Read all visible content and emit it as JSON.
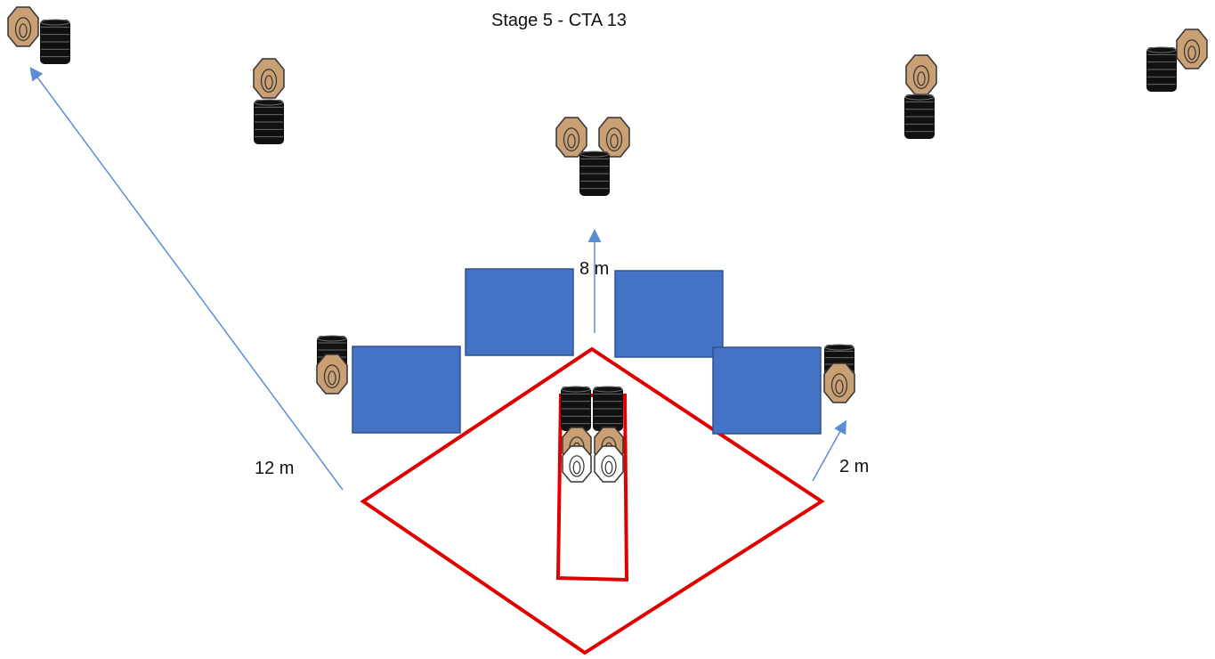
{
  "title": "Stage 5 - CTA 13",
  "labels": {
    "d12": "12 m",
    "d8": "8 m",
    "d2": "2 m"
  },
  "colors": {
    "target_brown": "#c8a074",
    "target_outline": "#333333",
    "barrel": "#111111",
    "barrel_ring": "#6a6a6a",
    "wall": "#4472c4",
    "wall_border": "#2f528f",
    "fault_line": "#e00000",
    "arrow": "#5b8dd6",
    "no_shoot": "#ffffff"
  }
}
